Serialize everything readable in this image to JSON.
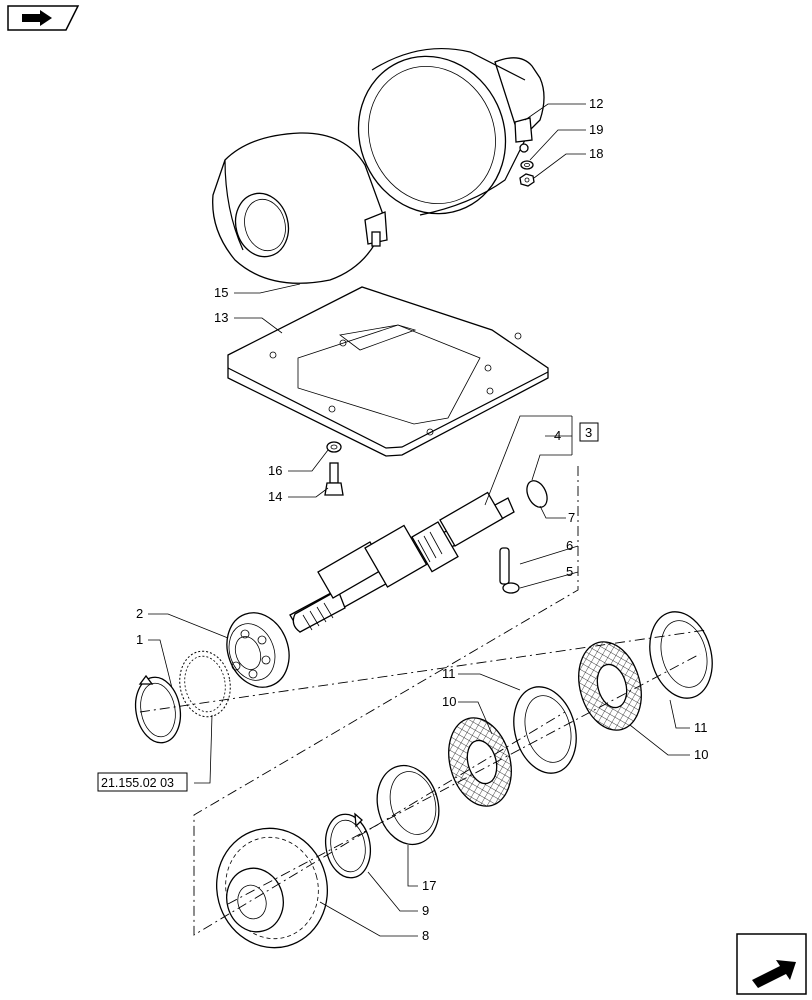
{
  "diagram": {
    "callouts": [
      "1",
      "2",
      "3",
      "4",
      "5",
      "6",
      "7",
      "8",
      "9",
      "10",
      "10",
      "11",
      "11",
      "12",
      "13",
      "14",
      "15",
      "16",
      "17",
      "18",
      "19"
    ],
    "reference_code": "21.155.02 03"
  },
  "nav": {
    "top_icon": "parts-catalog-back-icon",
    "bottom_icon": "next-page-arrow-icon"
  }
}
